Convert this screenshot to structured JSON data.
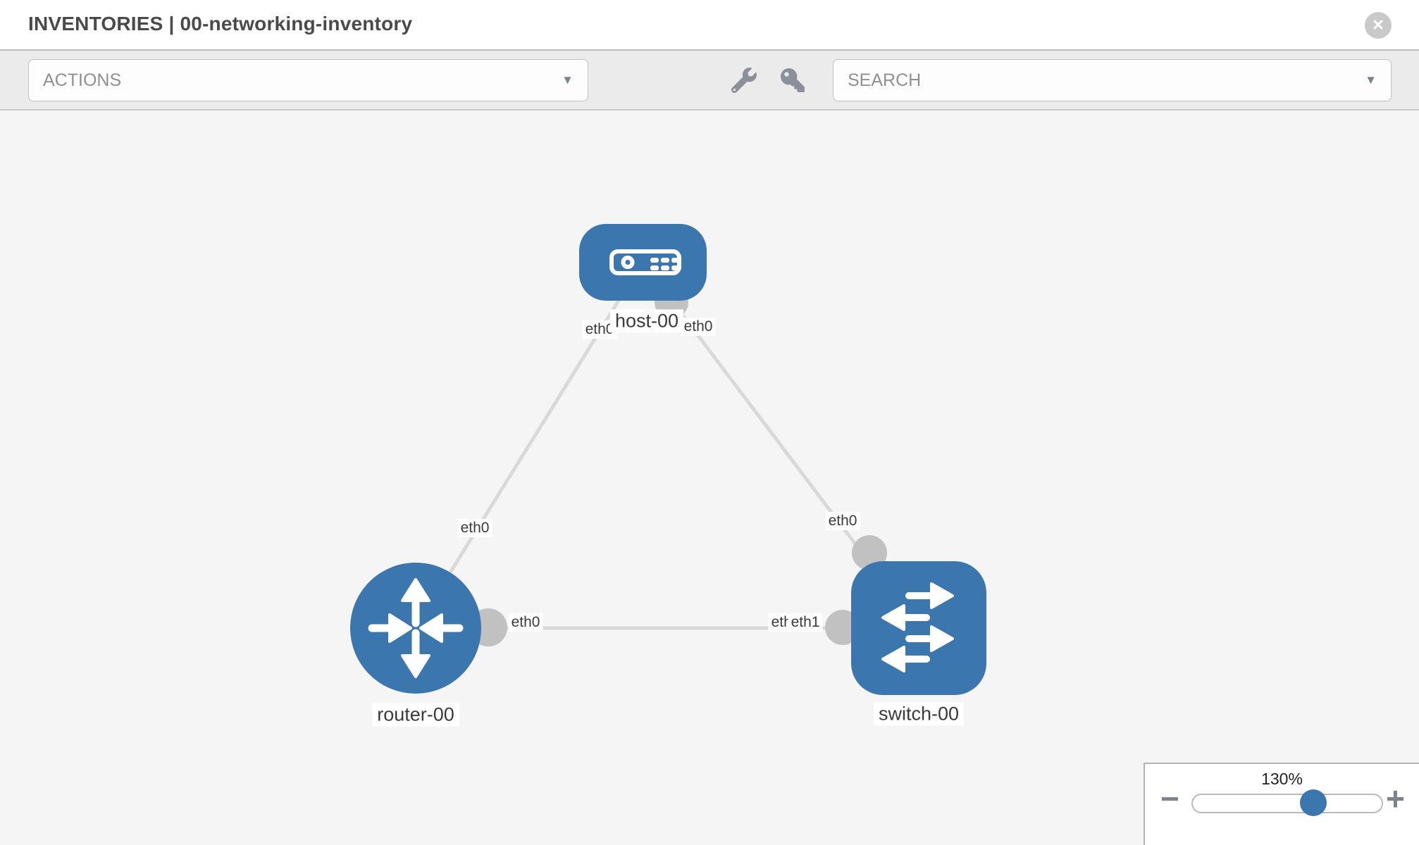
{
  "header": {
    "title": "INVENTORIES | 00-networking-inventory"
  },
  "toolbar": {
    "actions_label": "ACTIONS",
    "search_label": "SEARCH",
    "icon_buttons": [
      "wrench-icon",
      "key-icon"
    ]
  },
  "icons": {
    "close": "✕",
    "caret": "▼"
  },
  "diagram": {
    "nodes": [
      {
        "label": "host-00",
        "type": "host"
      },
      {
        "label": "router-00",
        "type": "router"
      },
      {
        "label": "switch-00",
        "type": "switch"
      }
    ],
    "links": [
      {
        "from": "host-00",
        "to": "router-00"
      },
      {
        "from": "host-00",
        "to": "switch-00"
      },
      {
        "from": "router-00",
        "to": "switch-00"
      }
    ],
    "interface_labels": [
      {
        "text": "eth0",
        "at": "host-left"
      },
      {
        "text": "eth0",
        "at": "host-right"
      },
      {
        "text": "eth0",
        "at": "router-top"
      },
      {
        "text": "eth0",
        "at": "router-right"
      },
      {
        "text": "eth0",
        "at": "switch-top"
      },
      {
        "text": "eth0",
        "at": "switch-left-under"
      },
      {
        "text": "eth1",
        "at": "switch-left-over"
      }
    ]
  },
  "zoom_control": {
    "value": "130%",
    "minus": "−",
    "plus": "+"
  },
  "colors": {
    "node_blue": "#3b76af",
    "link_gray": "#d9d9d9",
    "port_gray": "#c1c1c1",
    "canvas_bg": "#f5f5f5",
    "toolbar_bg": "#ebebeb"
  }
}
